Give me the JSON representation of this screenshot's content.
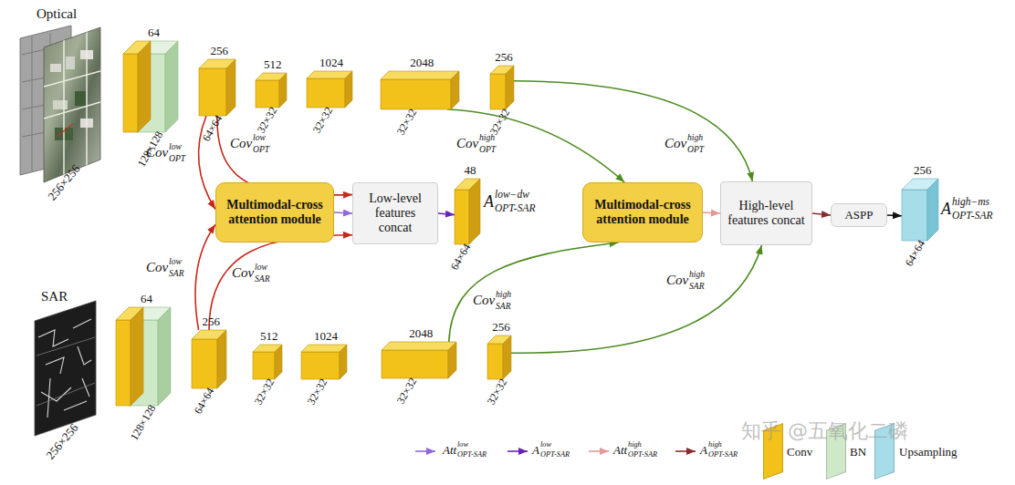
{
  "diagram": {
    "nodes": [
      {
        "text": [
          "64",
          "128×128"
        ]
      },
      {
        "text": [
          "256",
          "64×64"
        ]
      },
      {
        "text": [
          "512",
          "32×32"
        ]
      },
      {
        "text": [
          "1024",
          "32×32"
        ]
      },
      {
        "text": [
          "2048",
          "32×32"
        ]
      },
      {
        "text": [
          "256",
          "32×32"
        ]
      },
      {
        "text": [
          "Multimodal-cross attention module"
        ]
      },
      {
        "text": [
          "Low-level features concat"
        ]
      },
      {
        "text": [
          "48",
          "64×64"
        ]
      },
      {
        "text": [
          "Multimodal-cross attention module"
        ]
      },
      {
        "text": [
          "High-level features concat"
        ]
      },
      {
        "text": [
          "ASPP"
        ]
      },
      {
        "text": [
          "256",
          "64×64"
        ]
      },
      {
        "text": [
          "64",
          "128×128"
        ]
      },
      {
        "text": [
          "256",
          "64×64"
        ]
      },
      {
        "text": [
          "512",
          "32×32"
        ]
      },
      {
        "text": [
          "1024",
          "32×32"
        ]
      },
      {
        "text": [
          "2048",
          "32×32"
        ]
      },
      {
        "text": [
          "256",
          "32×32"
        ]
      }
    ],
    "edges": [
      {
        "from": 1,
        "to": 6,
        "label": "Cov",
        "arrow": "to"
      },
      {
        "from": 1,
        "to": 7,
        "label": "Cov",
        "arrow": "to"
      },
      {
        "from": 14,
        "to": 6,
        "label": "Cov",
        "arrow": "to"
      },
      {
        "from": 14,
        "to": 7,
        "label": "Cov",
        "arrow": "to"
      },
      {
        "from": 6,
        "to": 7,
        "arrow": "to"
      },
      {
        "from": 7,
        "to": 8,
        "arrow": "to"
      },
      {
        "from": 4,
        "to": 9,
        "label": "Cov",
        "arrow": "to"
      },
      {
        "from": 5,
        "to": 10,
        "label": "Cov",
        "arrow": "to"
      },
      {
        "from": 17,
        "to": 9,
        "label": "Cov",
        "arrow": "to"
      },
      {
        "from": 18,
        "to": 10,
        "label": "Cov",
        "arrow": "to"
      },
      {
        "from": 9,
        "to": 10,
        "arrow": "to"
      },
      {
        "from": 10,
        "to": 11,
        "arrow": "to"
      },
      {
        "from": 11,
        "to": 12,
        "arrow": "to"
      }
    ],
    "labels": [
      "Optical",
      "256×256",
      "SAR",
      "256×256",
      "low",
      "OPT",
      "low",
      "OPT",
      "low",
      "SAR",
      "low",
      "SAR",
      "high",
      "OPT",
      "high",
      "OPT",
      "high",
      "SAR",
      "high",
      "SAR",
      "A",
      "low−dw",
      "OPT-SAR",
      "A",
      "high−ms",
      "OPT-SAR",
      "low",
      "OPT-SAR",
      "low",
      "OPT-SAR",
      "high",
      "OPT-SAR",
      "high",
      "OPT-SAR",
      "知乎 @五氧化二磷"
    ],
    "legend": [
      {
        "text": "Att"
      },
      {
        "text": "A"
      },
      {
        "text": "Att"
      },
      {
        "text": "A"
      },
      {
        "text": "Conv",
        "color": "#f2c21b"
      },
      {
        "text": "BN",
        "color": "#cfe8c8"
      },
      {
        "text": "Upsampling",
        "color": "#a6dde9"
      }
    ]
  }
}
